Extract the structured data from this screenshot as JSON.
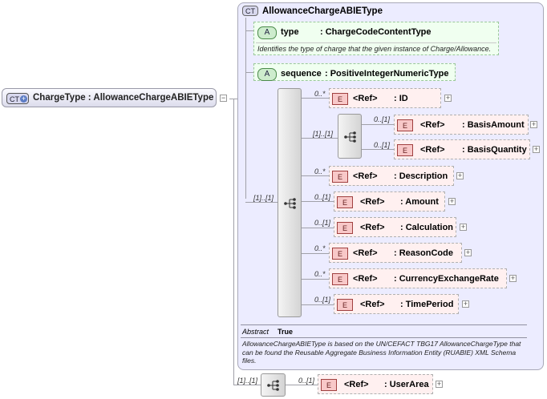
{
  "root": {
    "badge": "CT",
    "title": "ChargeType : AllowanceChargeABIEType"
  },
  "container": {
    "badge": "CT",
    "title": "AllowanceChargeABIEType",
    "attributes": [
      {
        "badge": "A",
        "name": "type",
        "type": ": ChargeCodeContentType",
        "doc": "Identifies the type of charge that the given instance of Charge/Allowance."
      },
      {
        "badge": "A",
        "name": "sequence",
        "type": ": PositiveIntegerNumericType"
      }
    ],
    "outer_sequence_card": "[1]..[1]",
    "elements": [
      {
        "card": "0..*",
        "badge": "E",
        "ref": "<Ref>",
        "name": ": ID"
      },
      {
        "card": "[1]..[1]",
        "badge": "",
        "ref": "",
        "name": ""
      },
      {
        "card": "0..*",
        "badge": "E",
        "ref": "<Ref>",
        "name": ": Description"
      },
      {
        "card": "0..[1]",
        "badge": "E",
        "ref": "<Ref>",
        "name": ": Amount"
      },
      {
        "card": "0..[1]",
        "badge": "E",
        "ref": "<Ref>",
        "name": ": Calculation"
      },
      {
        "card": "0..*",
        "badge": "E",
        "ref": "<Ref>",
        "name": ": ReasonCode"
      },
      {
        "card": "0..*",
        "badge": "E",
        "ref": "<Ref>",
        "name": ": CurrencyExchangeRate"
      },
      {
        "card": "0..[1]",
        "badge": "E",
        "ref": "<Ref>",
        "name": ": TimePeriod"
      }
    ],
    "choice_elements": [
      {
        "card": "0..[1]",
        "badge": "E",
        "ref": "<Ref>",
        "name": ": BasisAmount"
      },
      {
        "card": "0..[1]",
        "badge": "E",
        "ref": "<Ref>",
        "name": ": BasisQuantity"
      }
    ],
    "abstract_label": "Abstract",
    "abstract_value": "True",
    "doc": "AllowanceChargeABIEType is based on the UN/CEFACT TBG17 AllowanceChargeType that can be found the Reusable Aggregate Business Information Entity (RUABIE) XML Schema files."
  },
  "bottom": {
    "seq_card": "[1]..[1]",
    "card": "0..[1]",
    "badge": "E",
    "ref": "<Ref>",
    "name": ": UserArea"
  }
}
